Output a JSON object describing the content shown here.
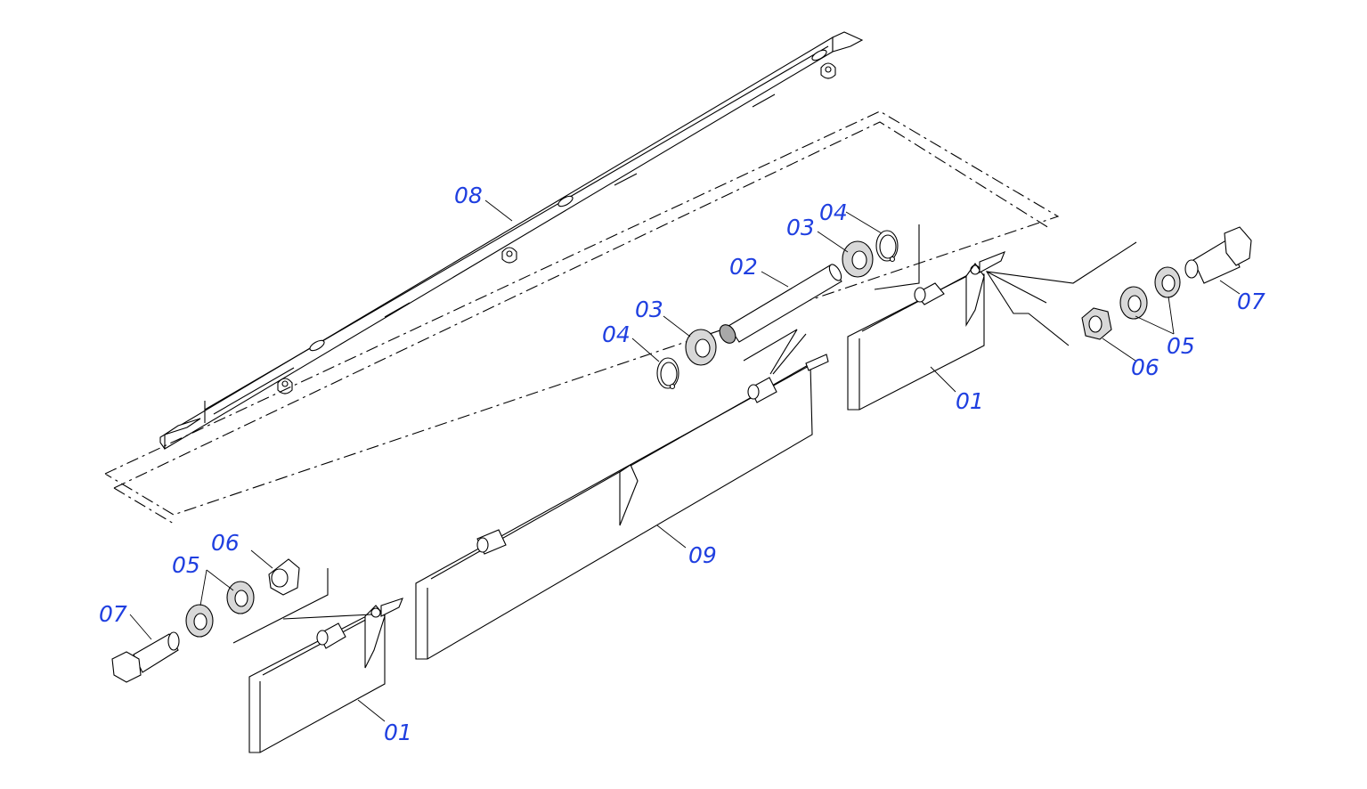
{
  "colors": {
    "label": "#1f3fe0",
    "line": "#000000",
    "background": "#ffffff"
  },
  "labels": [
    {
      "id": "lbl-08",
      "text": "08"
    },
    {
      "id": "lbl-04-a",
      "text": "04"
    },
    {
      "id": "lbl-03-a",
      "text": "03"
    },
    {
      "id": "lbl-02",
      "text": "02"
    },
    {
      "id": "lbl-03-b",
      "text": "03"
    },
    {
      "id": "lbl-04-b",
      "text": "04"
    },
    {
      "id": "lbl-07-r",
      "text": "07"
    },
    {
      "id": "lbl-05-r",
      "text": "05"
    },
    {
      "id": "lbl-06-r",
      "text": "06"
    },
    {
      "id": "lbl-01-r",
      "text": "01"
    },
    {
      "id": "lbl-09",
      "text": "09"
    },
    {
      "id": "lbl-06-l",
      "text": "06"
    },
    {
      "id": "lbl-05-l",
      "text": "05"
    },
    {
      "id": "lbl-07-l",
      "text": "07"
    },
    {
      "id": "lbl-01-l",
      "text": "01"
    }
  ]
}
